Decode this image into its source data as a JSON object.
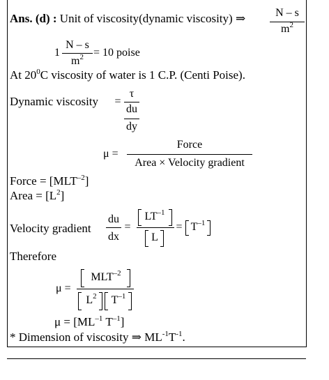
{
  "answer": {
    "label": "Ans. (d) :",
    "intro": "Unit of viscosity(dynamic viscosity)",
    "arrow": "⇒",
    "unit_num": "N – s",
    "unit_den": "m",
    "unit_den_exp": "2"
  },
  "poise": {
    "coef": "1",
    "num": "N – s",
    "den": "m",
    "den_exp": "2",
    "rhs": "= 10 poise"
  },
  "water": {
    "text_a": "At 20",
    "text_sup": "0",
    "text_b": "C viscosity of water is 1 C.P. (Centi Poise)."
  },
  "dynamic": {
    "label": "Dynamic viscosity",
    "eq": "=",
    "tau": "τ",
    "du": "du",
    "dy": "dy"
  },
  "mu_def": {
    "lhs": "μ =",
    "num": "Force",
    "den": "Area × Velocity gradient"
  },
  "force": {
    "text_a": "Force = [MLT",
    "text_sup": "–2",
    "text_b": "]"
  },
  "area": {
    "text_a": "Area = [L",
    "text_sup": "2",
    "text_b": "]"
  },
  "velocity": {
    "label": "Velocity gradient",
    "du": "du",
    "dx": "dx",
    "eq1": "=",
    "num_a": "LT",
    "num_sup": "–1",
    "den": "L",
    "eq2": "=",
    "rhs_a": "T",
    "rhs_sup": "–1"
  },
  "therefore": "Therefore",
  "mu_calc": {
    "lhs": "μ =",
    "num_a": "MLT",
    "num_sup": "–2",
    "den1_a": "L",
    "den1_sup": "2",
    "den2_a": "T",
    "den2_sup": "–1"
  },
  "mu_result": {
    "text_a": "μ = [ML",
    "sup1": "–1",
    "text_b": " T",
    "sup2": "–1",
    "text_c": "]"
  },
  "dimension": {
    "text_a": "* Dimension of viscosity ⇒ ML",
    "sup1": "-1",
    "text_b": "T",
    "sup2": "-1",
    "text_c": "."
  }
}
